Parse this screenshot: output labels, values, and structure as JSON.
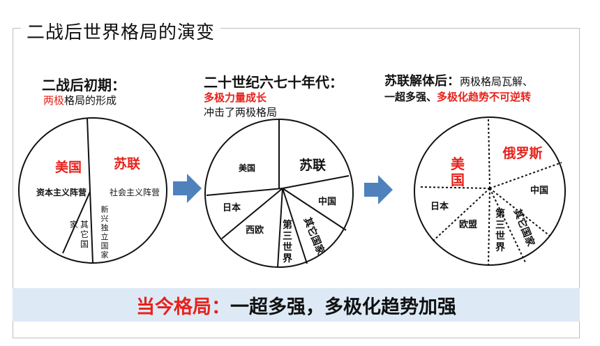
{
  "page": {
    "title": "二战后世界格局的演变"
  },
  "col1": {
    "heading": "二战后初期：",
    "line_red": "两极",
    "line_rest": "格局的形成",
    "pie": {
      "usa": "美国",
      "ussr": "苏联",
      "capitalist": "资本主义阵营",
      "socialist": "社会主义阵营",
      "other": [
        "其",
        "它",
        "国",
        "家"
      ],
      "new_independent": [
        "新",
        "兴",
        "独",
        "立",
        "国",
        "家"
      ]
    }
  },
  "col2": {
    "heading": "二十世纪六七十年代：",
    "line_red": "多极力量成长",
    "line_black": "冲击了两极格局",
    "pie": {
      "usa": "美国",
      "ussr": "苏联",
      "china": "中国",
      "japan": "日本",
      "west_europe": "西欧",
      "third_world": [
        "第",
        "三",
        "世",
        "界"
      ],
      "other": "其它国家"
    }
  },
  "col3": {
    "heading": "苏联解体后：",
    "heading_tail": "两极格局瓦解、",
    "line_black": "一超多强、",
    "line_red": "多极化趋势不可逆转",
    "pie": {
      "usa": [
        "美",
        "国"
      ],
      "russia": "俄罗斯",
      "china": "中国",
      "japan": "日本",
      "eu": "欧盟",
      "third_world": [
        "第",
        "三",
        "世",
        "界"
      ],
      "other": "其它国家"
    }
  },
  "banner": {
    "label": "当今格局：",
    "text": "一超多强，多极化趋势加强"
  },
  "colors": {
    "red": "#e8211b",
    "arrow": "#4f81bd",
    "banner_bg": "#ddeaf6"
  }
}
